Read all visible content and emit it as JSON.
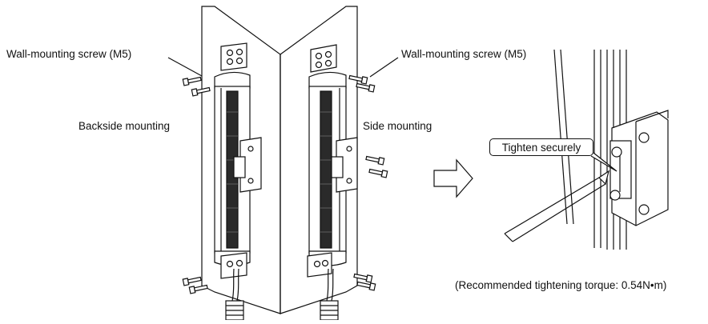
{
  "labels": {
    "wall_screw_left": "Wall-mounting screw (M5)",
    "wall_screw_right": "Wall-mounting screw (M5)",
    "backside_mounting": "Backside mounting",
    "side_mounting": "Side mounting",
    "tighten_securely": "Tighten securely",
    "recommended_torque": "(Recommended tightening torque:  0.54N•m)"
  },
  "colors": {
    "line": "#111111",
    "background": "#ffffff",
    "sensor_slot": "#222222"
  },
  "icons": [
    "arrow-right-icon",
    "screw-icon",
    "screwdriver-icon",
    "connector-icon"
  ]
}
